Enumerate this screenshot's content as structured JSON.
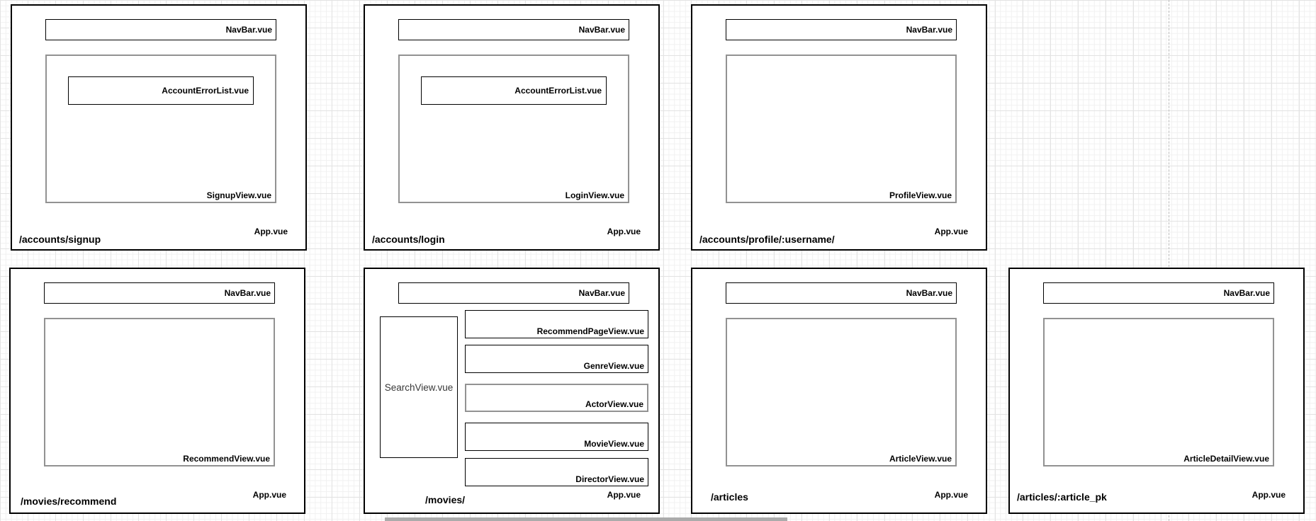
{
  "colors": {
    "frame_stroke": "#000000",
    "box_stroke": "#000000",
    "view_box_stroke": "#929292",
    "grid_minor": "#f1f1f1",
    "grid_major": "#e3e3e3",
    "page_divider": "#bdbdbd",
    "bottom_strip": "#ababab"
  },
  "frames": {
    "signup": {
      "route": "/accounts/signup",
      "app": "App.vue",
      "navbar": "NavBar.vue",
      "view": "SignupView.vue",
      "error_list": "AccountErrorList.vue"
    },
    "login": {
      "route": "/accounts/login",
      "app": "App.vue",
      "navbar": "NavBar.vue",
      "view": "LoginView.vue",
      "error_list": "AccountErrorList.vue"
    },
    "profile": {
      "route": "/accounts/profile/:username/",
      "app": "App.vue",
      "navbar": "NavBar.vue",
      "view": "ProfileView.vue"
    },
    "recommend": {
      "route": "/movies/recommend",
      "app": "App.vue",
      "navbar": "NavBar.vue",
      "view": "RecommendView.vue"
    },
    "movies": {
      "route": "/movies/",
      "app": "App.vue",
      "navbar": "NavBar.vue",
      "search": "SearchView.vue",
      "views": [
        "RecommendPageView.vue",
        "GenreView.vue",
        "ActorView.vue",
        "MovieView.vue",
        "DirectorView.vue"
      ]
    },
    "articles": {
      "route": "/articles",
      "app": "App.vue",
      "navbar": "NavBar.vue",
      "view": "ArticleView.vue"
    },
    "article_detail": {
      "route": "/articles/:article_pk",
      "app": "App.vue",
      "navbar": "NavBar.vue",
      "view": "ArticleDetailView.vue"
    }
  }
}
